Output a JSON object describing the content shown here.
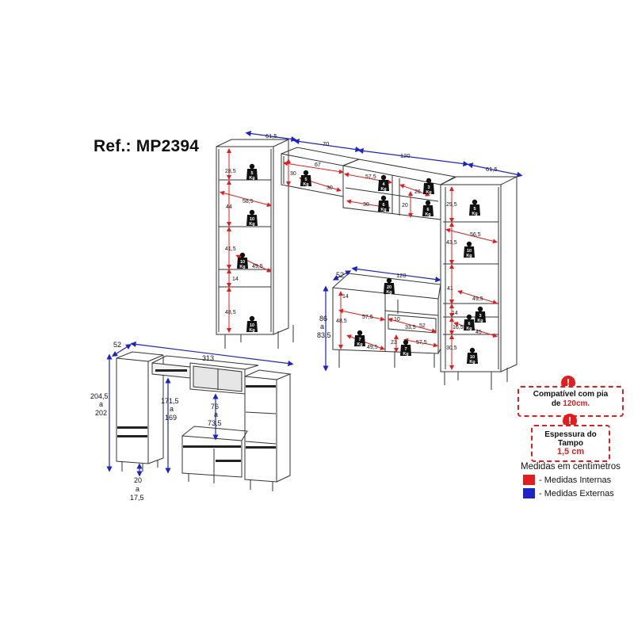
{
  "ref": "Ref.: MP2394",
  "notes": {
    "sink_line1": "Compatível com pia",
    "sink_line2_prefix": "de ",
    "sink_value": "120cm.",
    "top_line1": "Espessura do",
    "top_line2": "Tampo",
    "top_value": "1,5 cm",
    "warn_glyph": "!"
  },
  "legend": {
    "title": "Medidas em centímetros",
    "internal": "- Medidas Internas",
    "external": "- Medidas Externas",
    "internal_color": "#e21d1d",
    "external_color": "#1c24c8"
  },
  "weight_unit": "Kg",
  "colors": {
    "dim_blue": "#1c24c8",
    "dim_red": "#e21d1d",
    "line": "#333333"
  },
  "large_view": {
    "top_widths": [
      "61,5",
      "70",
      "120",
      "61,5"
    ],
    "left_tower_heights": [
      "28,5",
      "44",
      "41,5",
      "14",
      "48,5"
    ],
    "left_tower_width": "58,5",
    "left_tower_inner": "49,5",
    "left_tower_weights": [
      "5",
      "10",
      "10",
      "10"
    ],
    "upper_cab_70": {
      "width": "67",
      "height": "30",
      "depth": "30",
      "weight": "5"
    },
    "upper_cab_120": {
      "widths": [
        "57,5",
        "26"
      ],
      "heights": [
        "30",
        "20"
      ],
      "weights": [
        "4",
        "3",
        "6",
        "6"
      ]
    },
    "right_tower_heights": [
      "29,5",
      "43,5",
      "41",
      "14",
      "16,5",
      "30,5"
    ],
    "right_tower_widths": [
      "56,5",
      "49,5",
      "45"
    ],
    "right_tower_weights": [
      "5",
      "10",
      "3",
      "6",
      "10"
    ],
    "counter": {
      "depth": "52",
      "width": "120",
      "height_max": "86",
      "height_sep": "a",
      "height_min": "83,5",
      "inner": [
        "14",
        "48,5",
        "57,5",
        "10",
        "33,5",
        "52",
        "49,5",
        "23",
        "57,5"
      ],
      "weights": [
        "20",
        "7",
        "7"
      ]
    }
  },
  "small_view": {
    "depth": "52",
    "width": "313",
    "tower_height_max": "204,5",
    "tower_height_sep": "a",
    "tower_height_min": "202",
    "gap_max": "171,5",
    "gap_sep": "a",
    "gap_min": "169",
    "counter_max": "76",
    "counter_sep": "a",
    "counter_min": "73,5",
    "foot_max": "20",
    "foot_sep": "a",
    "foot_min": "17,5"
  }
}
